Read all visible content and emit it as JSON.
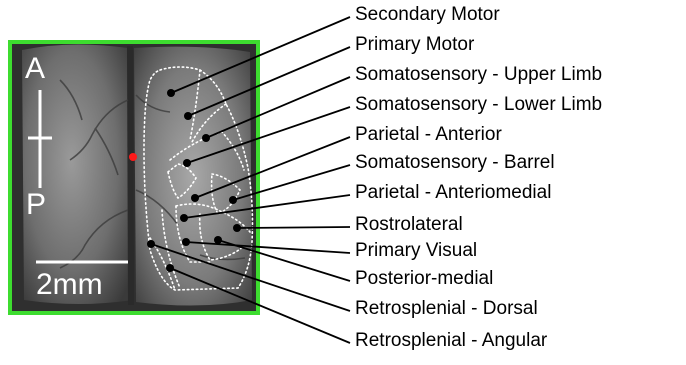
{
  "figure": {
    "axis_anterior": "A",
    "axis_posterior": "P",
    "scale_bar_label": "2mm",
    "border_color": "#3ddc2f",
    "marker_color": "#ff1a1a",
    "dot_color": "#000000"
  },
  "regions": [
    {
      "label": "Secondary Motor"
    },
    {
      "label": "Primary Motor"
    },
    {
      "label": "Somatosensory - Upper Limb"
    },
    {
      "label": "Somatosensory - Lower Limb"
    },
    {
      "label": "Parietal - Anterior"
    },
    {
      "label": "Somatosensory - Barrel"
    },
    {
      "label": "Parietal - Anteriomedial"
    },
    {
      "label": "Rostrolateral"
    },
    {
      "label": "Primary Visual"
    },
    {
      "label": "Posterior-medial"
    },
    {
      "label": "Retrosplenial - Dorsal"
    },
    {
      "label": "Retrosplenial - Angular"
    }
  ]
}
